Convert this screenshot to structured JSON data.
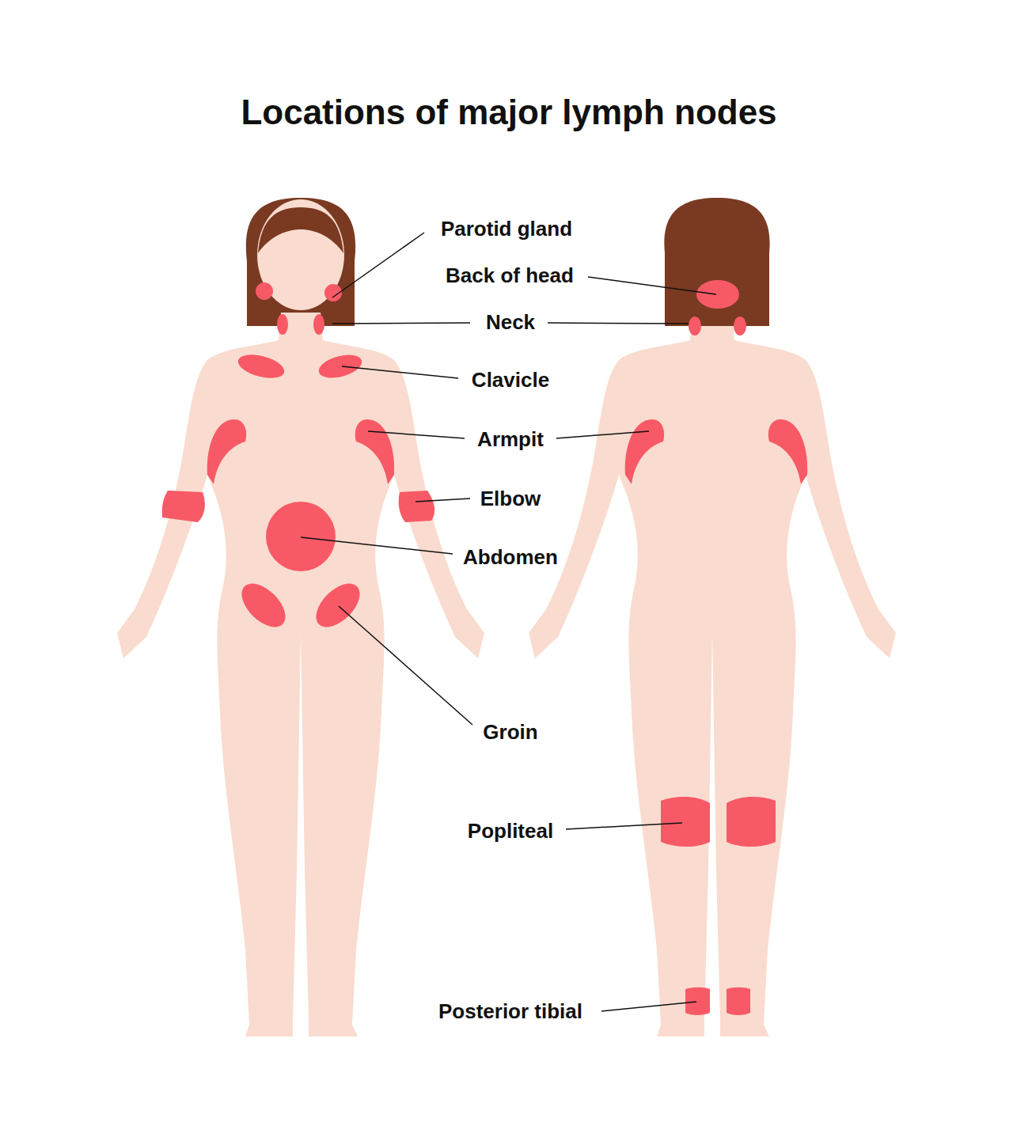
{
  "diagram": {
    "title": "Locations of major lymph nodes",
    "labels": [
      "Parotid gland",
      "Back of head",
      "Neck",
      "Clavicle",
      "Armpit",
      "Elbow",
      "Abdomen",
      "Groin",
      "Popliteal",
      "Posterior tibial"
    ]
  }
}
